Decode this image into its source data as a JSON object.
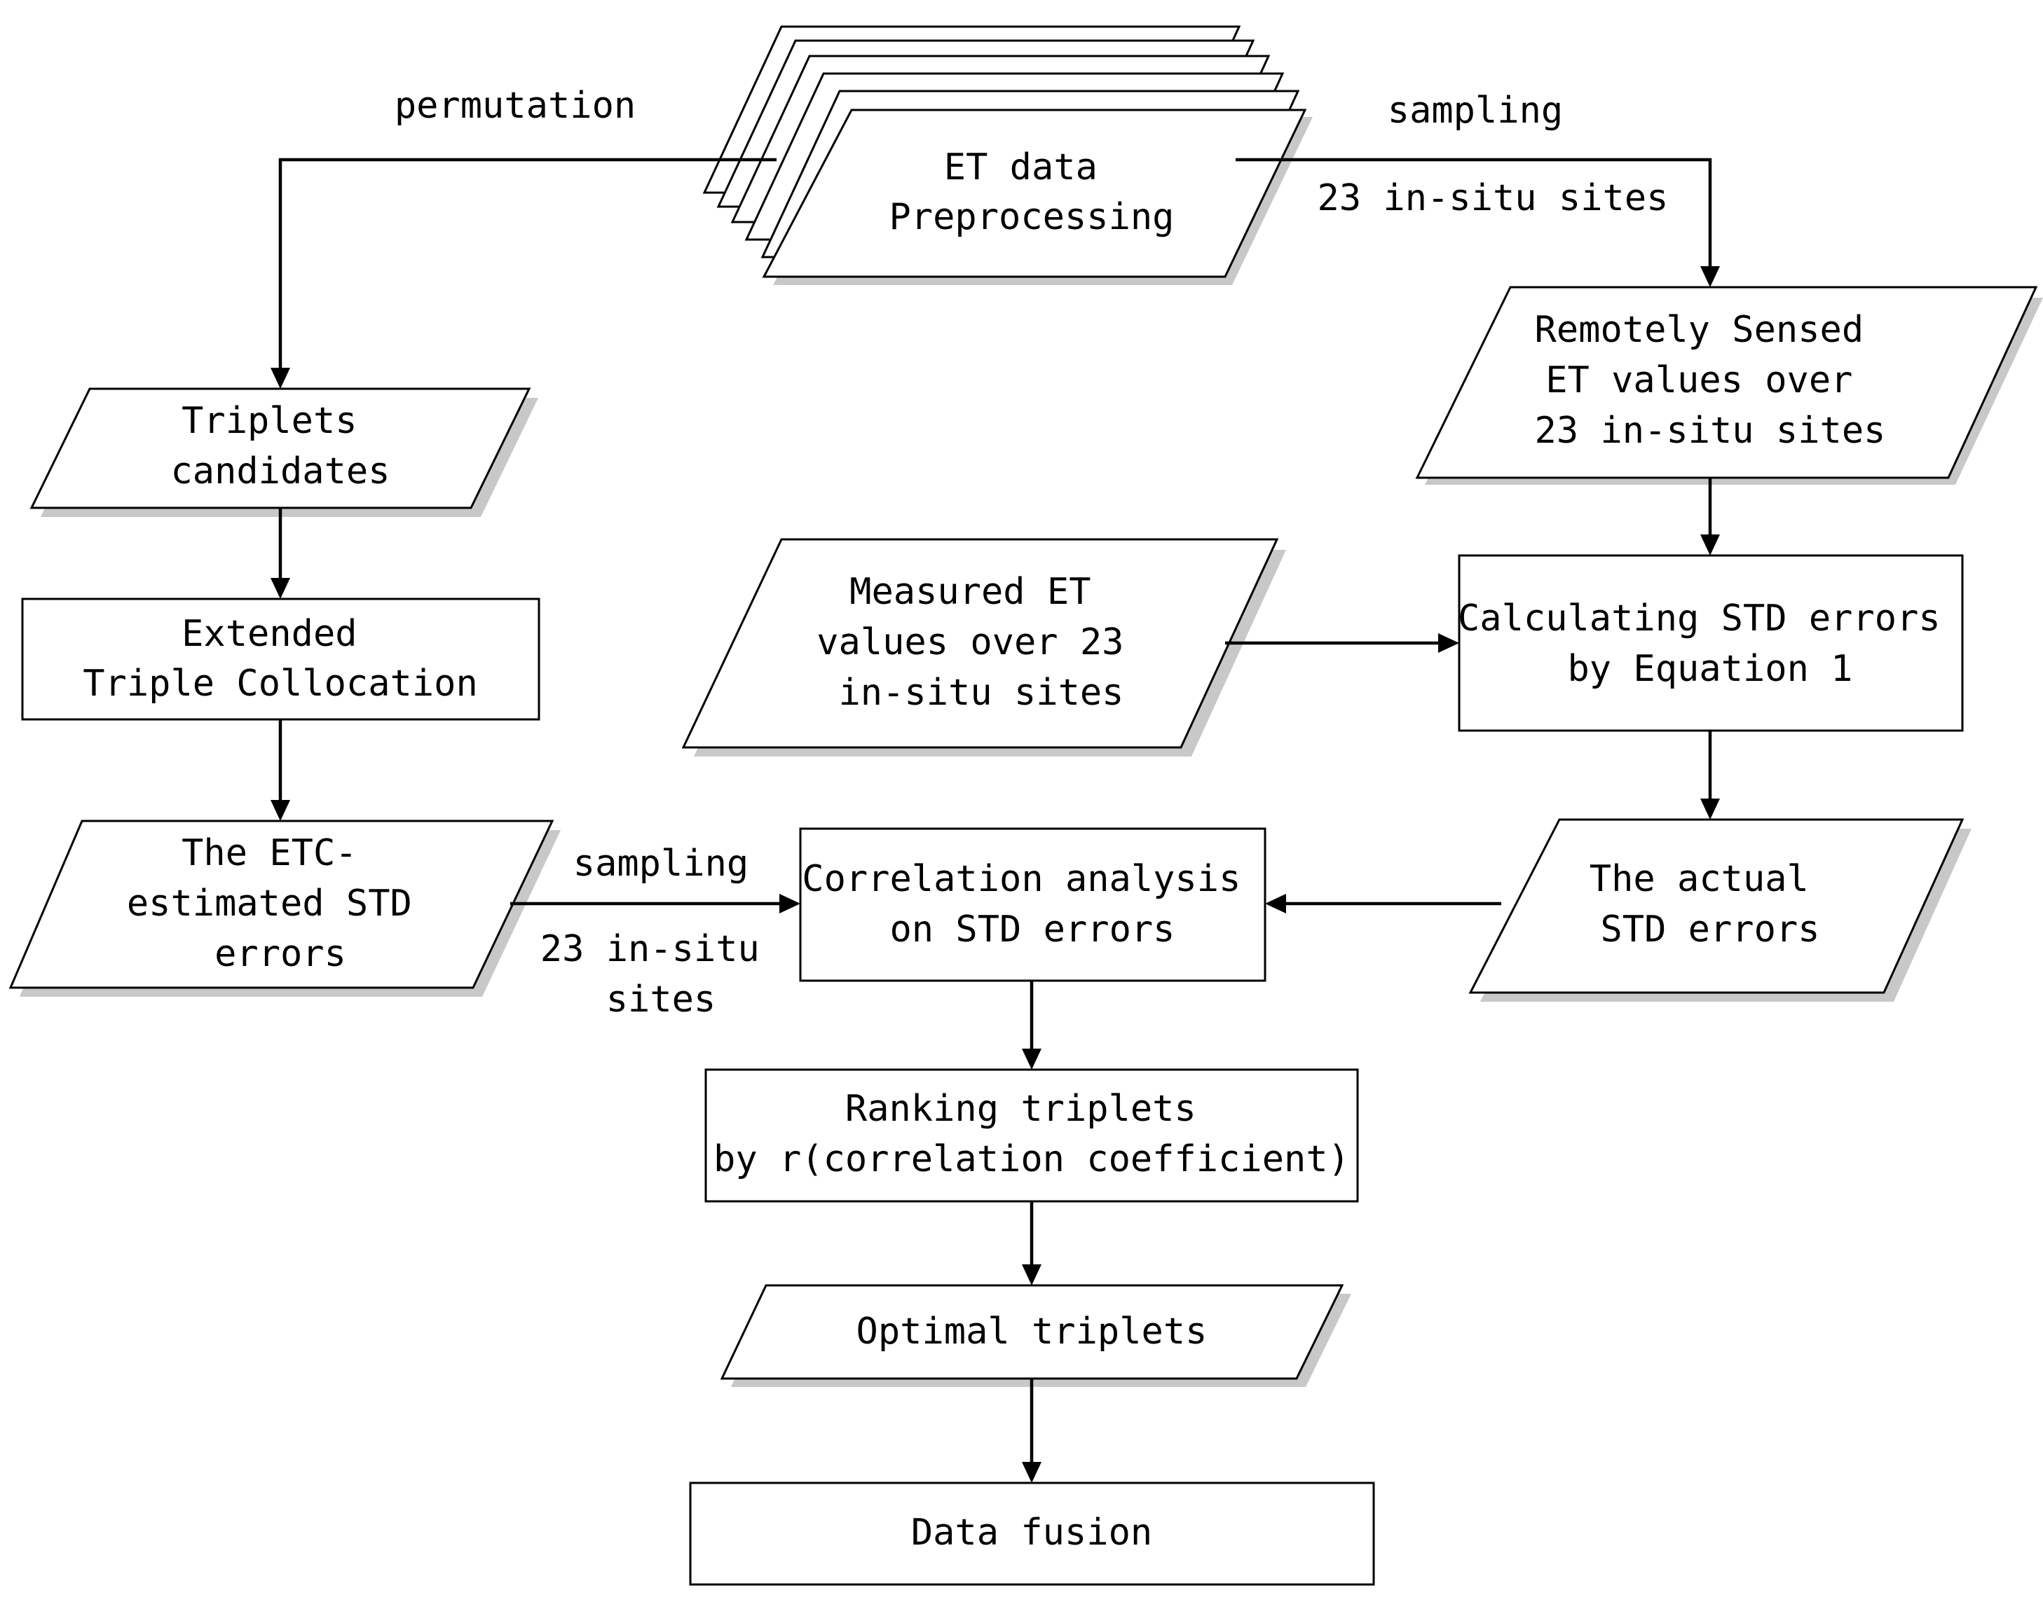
{
  "nodes": {
    "et_data": {
      "lines": [
        "ET data",
        "Preprocessing"
      ]
    },
    "remote": {
      "lines": [
        "Remotely Sensed",
        "ET values over",
        "23 in-situ sites"
      ]
    },
    "triplets": {
      "lines": [
        "Triplets",
        "candidates"
      ]
    },
    "etc": {
      "lines": [
        "Extended",
        "Triple Collocation"
      ]
    },
    "measured": {
      "lines": [
        "Measured ET",
        "values over 23",
        "in-situ sites"
      ]
    },
    "calc": {
      "lines": [
        "Calculating STD errors",
        "by Equation 1"
      ]
    },
    "etc_err": {
      "lines": [
        "The ETC-",
        "estimated STD",
        "errors"
      ]
    },
    "corr": {
      "lines": [
        "Correlation analysis",
        "on STD errors"
      ]
    },
    "actual": {
      "lines": [
        "The actual",
        "STD errors"
      ]
    },
    "ranking": {
      "lines": [
        "Ranking triplets",
        "by r(correlation coefficient)"
      ]
    },
    "optimal": {
      "lines": [
        "Optimal triplets"
      ]
    },
    "fusion": {
      "lines": [
        "Data fusion"
      ]
    }
  },
  "labels": {
    "permutation": "permutation",
    "sampling_top": "sampling",
    "sites_top": "23 in-situ sites",
    "sampling_mid": "sampling",
    "sites_mid": [
      "23 in-situ",
      "sites"
    ]
  }
}
